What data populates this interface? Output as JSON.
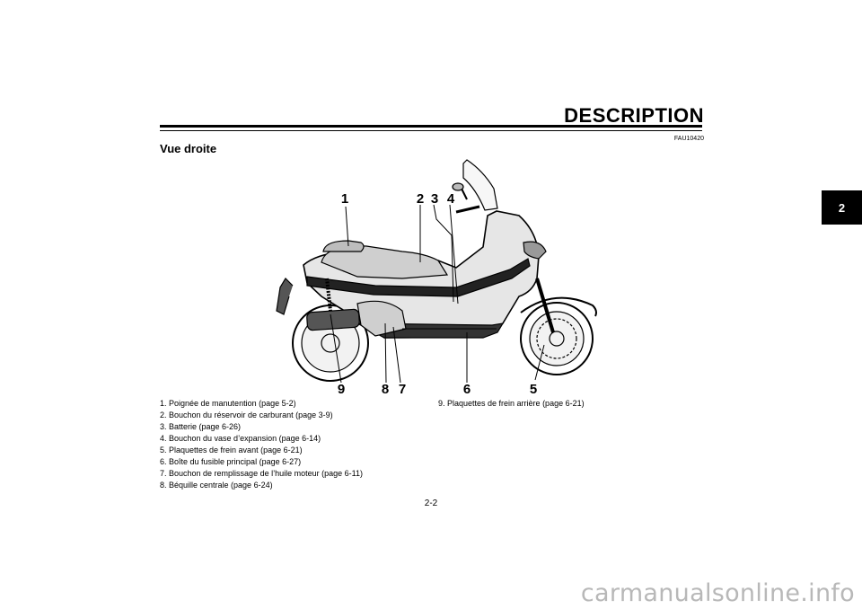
{
  "header": {
    "title": "DESCRIPTION",
    "code": "FAU10420"
  },
  "section": {
    "title": "Vue droite"
  },
  "chapter_tab": "2",
  "figure": {
    "callouts": [
      "1",
      "2",
      "3",
      "4",
      "5",
      "6",
      "7",
      "8",
      "9"
    ]
  },
  "legend": {
    "left": [
      "1. Poignée de manutention (page 5-2)",
      "2. Bouchon du réservoir de carburant (page 3-9)",
      "3. Batterie (page 6-26)",
      "4. Bouchon du vase d’expansion (page 6-14)",
      "5. Plaquettes de frein avant (page 6-21)",
      "6. Boîte du fusible principal (page 6-27)",
      "7. Bouchon de remplissage de l’huile moteur (page 6-11)",
      "8. Béquille centrale (page 6-24)"
    ],
    "right": [
      "9. Plaquettes de frein arrière (page 6-21)"
    ]
  },
  "footer": {
    "page_number": "2-2",
    "watermark": "carmanualsonline.info"
  }
}
